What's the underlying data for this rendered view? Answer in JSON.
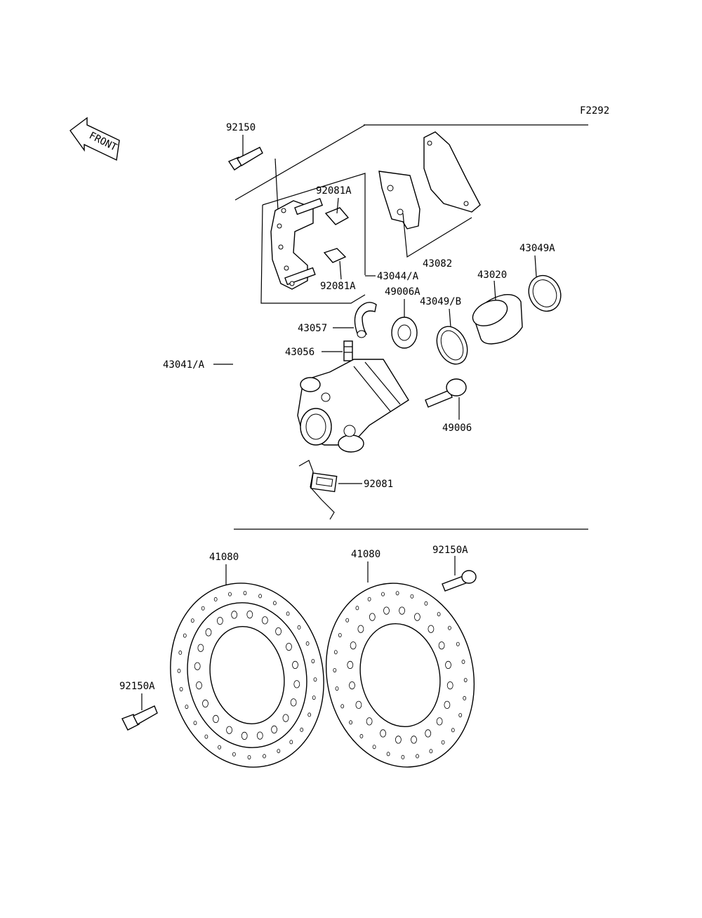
{
  "figure_code": "F2292",
  "front_label": "FRONT",
  "labels": {
    "p92150": "92150",
    "p92081A_top": "92081A",
    "p92081A_bot": "92081A",
    "p43044A": "43044/A",
    "p43082": "43082",
    "p43049A": "43049A",
    "p43020": "43020",
    "p49006A": "49006A",
    "p43049B": "43049/B",
    "p43057": "43057",
    "p43056": "43056",
    "p43041A": "43041/A",
    "p49006": "49006",
    "p92081": "92081",
    "p41080_left": "41080",
    "p41080_right": "41080",
    "p92150A_right": "92150A",
    "p92150A_left": "92150A"
  }
}
